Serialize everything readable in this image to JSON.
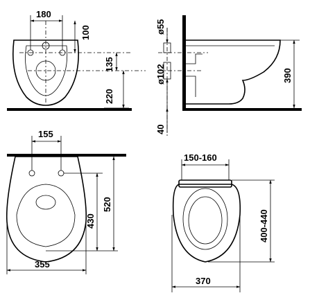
{
  "front_view": {
    "dim_width": "180",
    "dim_top": "100",
    "dim_mid": "135",
    "dim_floor": "220"
  },
  "side_view": {
    "dim_pipe_small": "ø55",
    "dim_pipe_large": "ø102",
    "dim_height": "390",
    "dim_bottom": "40"
  },
  "top_view": {
    "dim_holes": "155",
    "dim_length_inner": "430",
    "dim_length_outer": "520",
    "dim_width": "355"
  },
  "seat_view": {
    "dim_hinge": "150-160",
    "dim_length": "400-440",
    "dim_width": "370"
  }
}
